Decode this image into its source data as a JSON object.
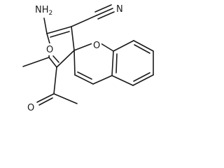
{
  "molecule": {
    "atoms": {
      "amino": {
        "symbol": "NH",
        "subscript": "2"
      },
      "nitrile_n": {
        "symbol": "N"
      },
      "pyran_o": {
        "symbol": "O"
      },
      "chromene_o": {
        "symbol": "O"
      },
      "acetyl_o": {
        "symbol": "O"
      }
    }
  }
}
